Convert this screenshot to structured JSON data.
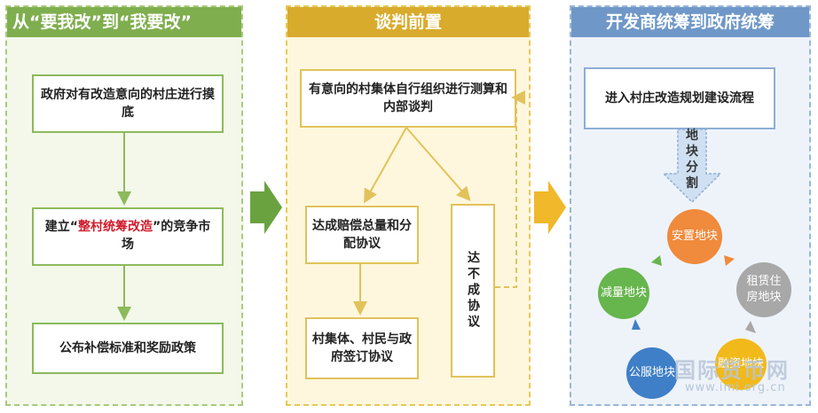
{
  "panel1": {
    "title": "从“要我改”到“我要改”",
    "step1": "政府对有改造意向的村庄进行摸底",
    "step2_pre": "建立“",
    "step2_highlight": "整村统筹改造",
    "step2_post": "”的竞争市场",
    "step3": "公布补偿标准和奖励政策"
  },
  "panel2": {
    "title": "谈判前置",
    "step1": "有意向的村集体自行组织进行测算和内部谈判",
    "agree": "达成赔偿总量和分配协议",
    "disagree": "达不成协议",
    "sign": "村集体、村民与政府签订协议"
  },
  "panel3": {
    "title": "开发商统筹到政府统筹",
    "step1": "进入村庄改造规划建设流程",
    "split_arrow": "地块分割",
    "cycle": [
      {
        "label": "安置地块",
        "color": "#f08a3c"
      },
      {
        "label": "租赁住房地块",
        "color": "#a8a8a8"
      },
      {
        "label": "融资地块",
        "color": "#f2b91a"
      },
      {
        "label": "公服地块",
        "color": "#3f7fc7"
      },
      {
        "label": "减量地块",
        "color": "#67b54d"
      }
    ]
  },
  "watermark": {
    "main": "国际货币网",
    "url": "www.imi.org.cn"
  }
}
